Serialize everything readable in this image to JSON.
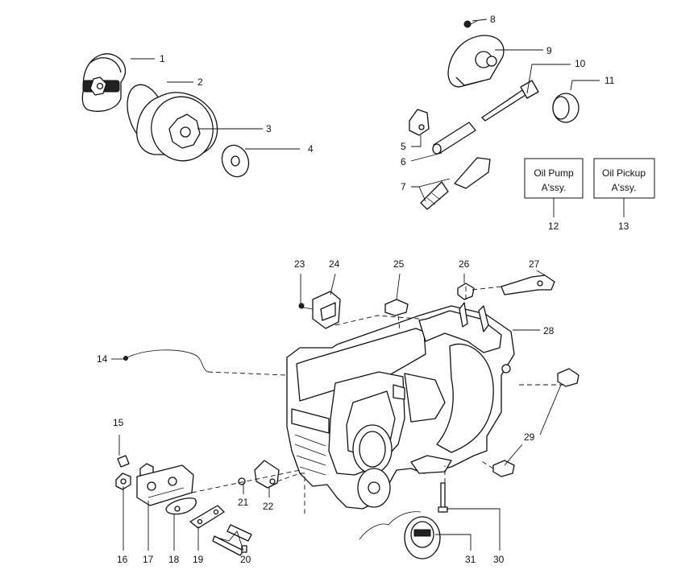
{
  "callouts": [
    {
      "id": "c1",
      "label": "1"
    },
    {
      "id": "c2",
      "label": "2"
    },
    {
      "id": "c3",
      "label": "3"
    },
    {
      "id": "c4",
      "label": "4"
    },
    {
      "id": "c5",
      "label": "5"
    },
    {
      "id": "c6",
      "label": "6"
    },
    {
      "id": "c7",
      "label": "7"
    },
    {
      "id": "c8",
      "label": "8"
    },
    {
      "id": "c9",
      "label": "9"
    },
    {
      "id": "c10",
      "label": "10"
    },
    {
      "id": "c11",
      "label": "11"
    },
    {
      "id": "c12",
      "label": "12"
    },
    {
      "id": "c13",
      "label": "13"
    },
    {
      "id": "c14",
      "label": "14"
    },
    {
      "id": "c15",
      "label": "15"
    },
    {
      "id": "c16",
      "label": "16"
    },
    {
      "id": "c17",
      "label": "17"
    },
    {
      "id": "c18",
      "label": "18"
    },
    {
      "id": "c19",
      "label": "19"
    },
    {
      "id": "c20",
      "label": "20"
    },
    {
      "id": "c21",
      "label": "21"
    },
    {
      "id": "c22",
      "label": "22"
    },
    {
      "id": "c23",
      "label": "23"
    },
    {
      "id": "c24",
      "label": "24"
    },
    {
      "id": "c25",
      "label": "25"
    },
    {
      "id": "c26",
      "label": "26"
    },
    {
      "id": "c27",
      "label": "27"
    },
    {
      "id": "c28",
      "label": "28"
    },
    {
      "id": "c29",
      "label": "29"
    },
    {
      "id": "c30",
      "label": "30"
    },
    {
      "id": "c31",
      "label": "31"
    }
  ],
  "assembly_boxes": {
    "oil_pump": {
      "line1": "Oil Pump",
      "line2": "A'ssy."
    },
    "oil_pickup": {
      "line1": "Oil  Pickup",
      "line2": "A'ssy."
    }
  }
}
